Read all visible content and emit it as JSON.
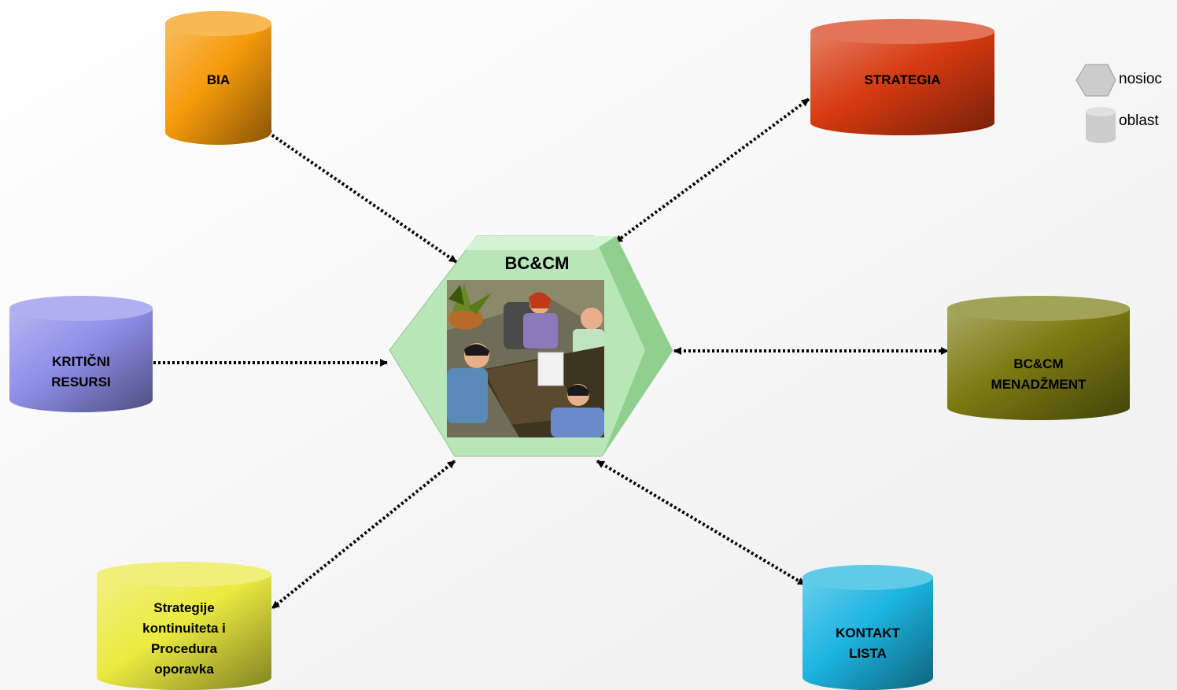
{
  "hub": {
    "title": "BC&CM"
  },
  "nodes": [
    {
      "key": "bia",
      "label": "BIA",
      "color": "#f59a0a"
    },
    {
      "key": "strategia",
      "label": "STRATEGIA",
      "color": "#d53a10"
    },
    {
      "key": "kriticni",
      "label": "KRITIČNI\nRESURSI",
      "color": "#8e8ee8"
    },
    {
      "key": "menadzment",
      "label": "BC&CM\nMENADŽMENT",
      "color": "#7a7a12"
    },
    {
      "key": "strategije",
      "label": "Strategije\nkontinuiteta  i\nProcedura\noporavka",
      "color": "#eaea40"
    },
    {
      "key": "kontakt",
      "label": "KONTAKT\nLISTA",
      "color": "#1cb4e0"
    }
  ],
  "legend": [
    {
      "shape": "hexagon",
      "label": "nosioc"
    },
    {
      "shape": "cylinder",
      "label": "oblast"
    }
  ],
  "colors": {
    "hub": "#b8e6b8",
    "arrow": "#000000",
    "legend_shape": "#cccccc"
  }
}
